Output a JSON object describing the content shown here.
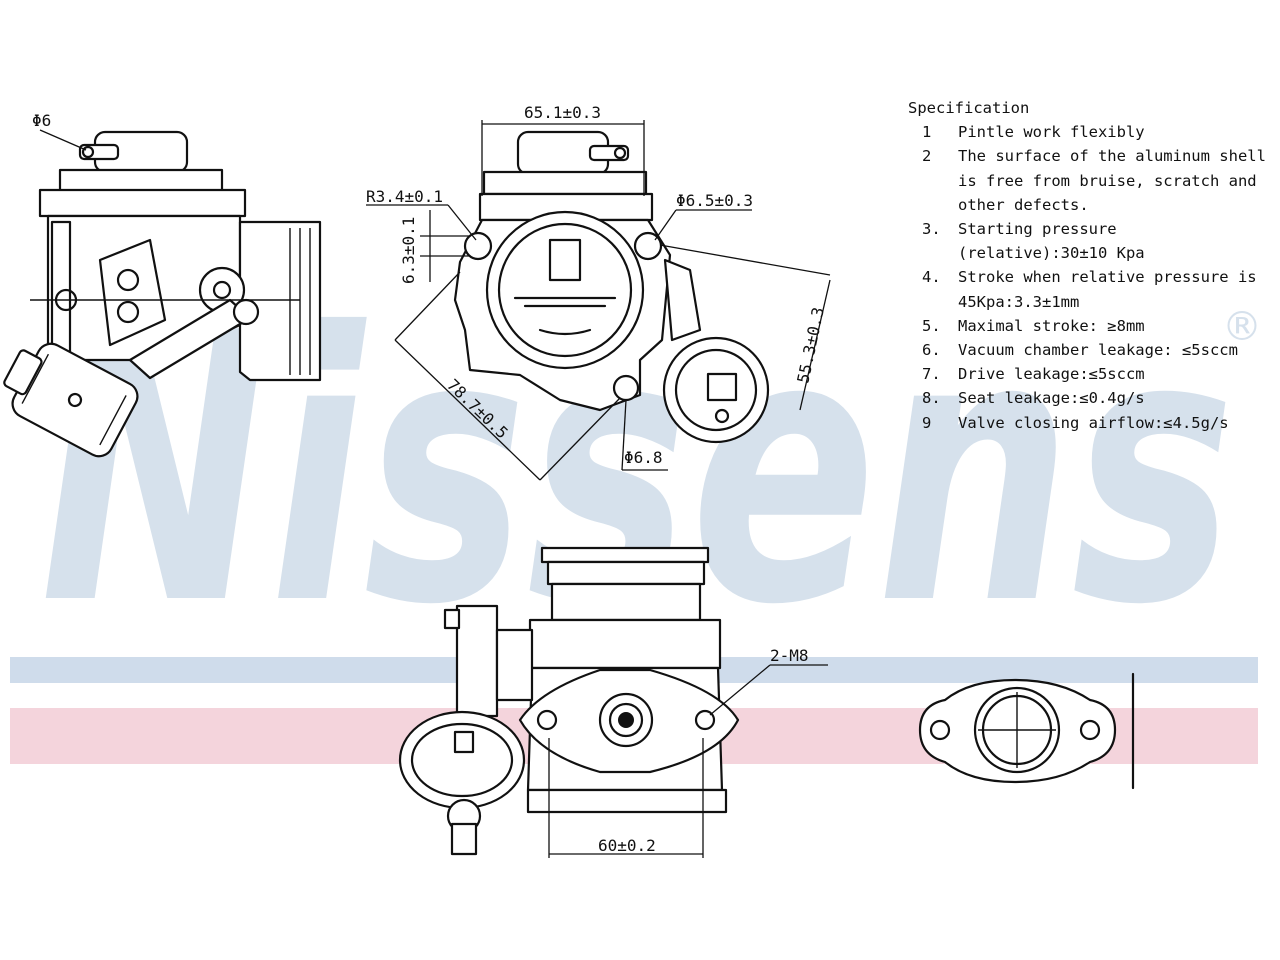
{
  "watermark": {
    "brand": "Nissens",
    "registered_mark": "®",
    "colors": {
      "letters": "#d6e1ec",
      "band_blue": "#cfdceb",
      "band_pink": "#f4d4dc"
    }
  },
  "dimensions": {
    "phi6": "Φ6",
    "width_651": "65.1±0.3",
    "r34": "R3.4±0.1",
    "d63": "6.3±0.1",
    "phi65": "Φ6.5±0.3",
    "d553": "55.3±0.3",
    "d787": "78.7±0.5",
    "phi68": "Φ6.8",
    "m8": "2-M8",
    "d60": "60±0.2"
  },
  "specification": {
    "title": "Specification",
    "items": [
      {
        "num": "1",
        "text": "Pintle work flexibly"
      },
      {
        "num": "2",
        "text": "The surface of the aluminum shell is free from bruise, scratch and other defects."
      },
      {
        "num": "3.",
        "text": "Starting pressure (relative):30±10 Kpa"
      },
      {
        "num": "4.",
        "text": "Stroke when relative pressure is 45Kpa:3.3±1mm"
      },
      {
        "num": "5.",
        "text": "Maximal stroke: ≥8mm"
      },
      {
        "num": "6.",
        "text": "Vacuum chamber leakage: ≤5sccm"
      },
      {
        "num": "7.",
        "text": "Drive leakage:≤5sccm"
      },
      {
        "num": "8.",
        "text": "Seat leakage:≤0.4g/s"
      },
      {
        "num": "9",
        "text": "Valve closing airflow:≤4.5g/s"
      }
    ]
  }
}
